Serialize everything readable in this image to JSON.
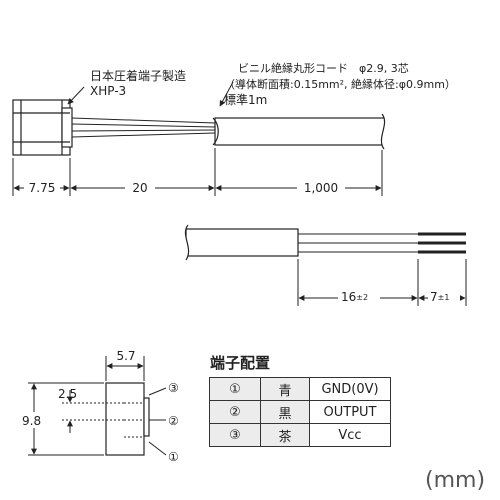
{
  "connector_label": {
    "maker": "日本圧着端子製造",
    "model": "XHP-3"
  },
  "cord_label": {
    "line1": "ビニル絶縁丸形コード　φ2.9, 3芯",
    "line2": "（導体断面積:0.15mm², 絶縁体径:φ0.9mm）",
    "line3": "標準1m"
  },
  "dimensions_top": {
    "connector_length": "7.75",
    "wire_length": "20",
    "cord_length": "1,000"
  },
  "dimensions_end": {
    "strip_length": "16",
    "strip_tol": "±2",
    "lead_length": "7",
    "lead_tol": "±1"
  },
  "dimensions_connector_end": {
    "width": "5.7",
    "pitch": "2.5",
    "height": "9.8"
  },
  "pin_markers": [
    "③",
    "②",
    "①"
  ],
  "pin_table": {
    "title": "端子配置",
    "rows": [
      {
        "num": "①",
        "color": "青",
        "signal": "GND(0V)"
      },
      {
        "num": "②",
        "color": "黒",
        "signal": "OUTPUT"
      },
      {
        "num": "③",
        "color": "茶",
        "signal": "Vcc"
      }
    ]
  },
  "unit": "(mm)"
}
